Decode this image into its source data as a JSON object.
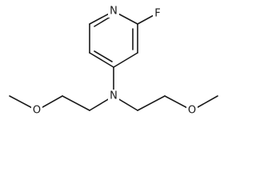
{
  "molecule": {
    "atoms": {
      "ring_nitrogen": "N",
      "fluorine": "F",
      "amine_nitrogen": "N",
      "left_oxygen": "O",
      "right_oxygen": "O"
    }
  }
}
